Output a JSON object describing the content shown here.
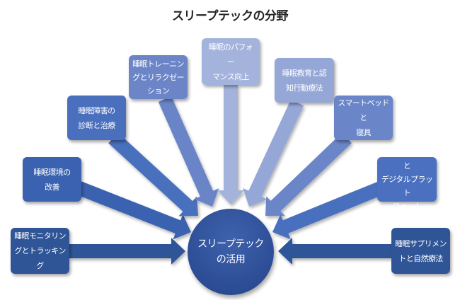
{
  "title": "スリープテックの分野",
  "hub": {
    "lines": [
      "スリープテック",
      "の活用"
    ],
    "color": "#2f5197"
  },
  "nodes": [
    {
      "id": "monitoring",
      "lines": [
        "睡眠モニタリン",
        "グとトラッキング"
      ],
      "color": "#2f5597"
    },
    {
      "id": "environment",
      "lines": [
        "睡眠環境の",
        "改善"
      ],
      "color": "#3a62b0"
    },
    {
      "id": "disorders",
      "lines": [
        "睡眠障害の",
        "診断と治療"
      ],
      "color": "#4a6fbd"
    },
    {
      "id": "training",
      "lines": [
        "睡眠トレーニン",
        "グとリラクゼー",
        "ション"
      ],
      "color": "#6b85c7"
    },
    {
      "id": "performance",
      "lines": [
        "睡眠のパフォー",
        "マンス向上"
      ],
      "color": "#a4b3dc"
    },
    {
      "id": "education",
      "lines": [
        "睡眠教育と認",
        "知行動療法"
      ],
      "color": "#94a7d6"
    },
    {
      "id": "smartbed",
      "lines": [
        "スマートベッドと",
        "寝具"
      ],
      "color": "#6a86c8"
    },
    {
      "id": "apps",
      "lines": [
        "スリープアプリと",
        "デジタルプラット",
        "フォーム"
      ],
      "color": "#4a70bf"
    },
    {
      "id": "supplements",
      "lines": [
        "睡眠サプリメン",
        "トと自然療法"
      ],
      "color": "#2f5597"
    }
  ]
}
